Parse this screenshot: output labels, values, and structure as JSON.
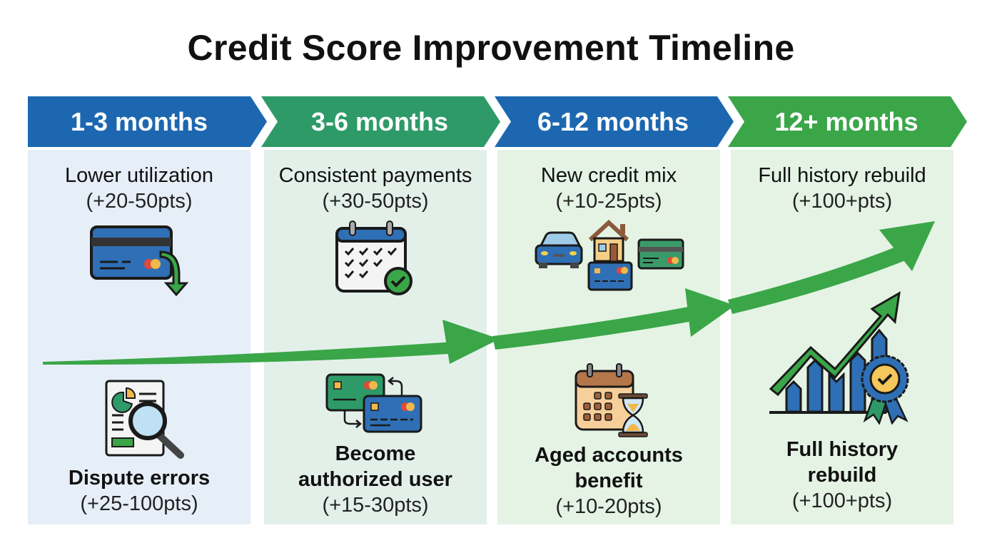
{
  "title": "Credit Score Improvement Timeline",
  "colors": {
    "blue": "#1d67b0",
    "teal": "#2e9a68",
    "green": "#3aa648",
    "panel_blue": "#e6eff8",
    "panel_teal": "#e3f0ea",
    "panel_green": "#e4f3e4",
    "arrow": "#3aa648"
  },
  "phases": [
    {
      "label": "1-3 months",
      "top": {
        "title": "Lower utilization",
        "points": "(+20-50pts)",
        "icon": "credit-card-down-icon"
      },
      "bottom": {
        "title": "Dispute errors",
        "points": "(+25-100pts)",
        "icon": "report-magnifier-icon"
      }
    },
    {
      "label": "3-6 months",
      "top": {
        "title": "Consistent payments",
        "points": "(+30-50pts)",
        "icon": "calendar-check-icon"
      },
      "bottom": {
        "title_line1": "Become",
        "title_line2": "authorized user",
        "points": "(+15-30pts)",
        "icon": "card-transfer-icon"
      }
    },
    {
      "label": "6-12 months",
      "top": {
        "title": "New credit mix",
        "points": "(+10-25pts)",
        "icon": "car-house-cards-icon"
      },
      "bottom": {
        "title_line1": "Aged accounts",
        "title_line2": "benefit",
        "points": "(+10-20pts)",
        "icon": "calendar-hourglass-icon"
      }
    },
    {
      "label": "12+ months",
      "top": {
        "title": "Full history rebuild",
        "points": "(+100+pts)",
        "icon": "trend-arrow-icon"
      },
      "bottom": {
        "title_line1": "Full history",
        "title_line2": "rebuild",
        "points": "(+100+pts)",
        "icon": "growth-chart-badge-icon"
      }
    }
  ]
}
